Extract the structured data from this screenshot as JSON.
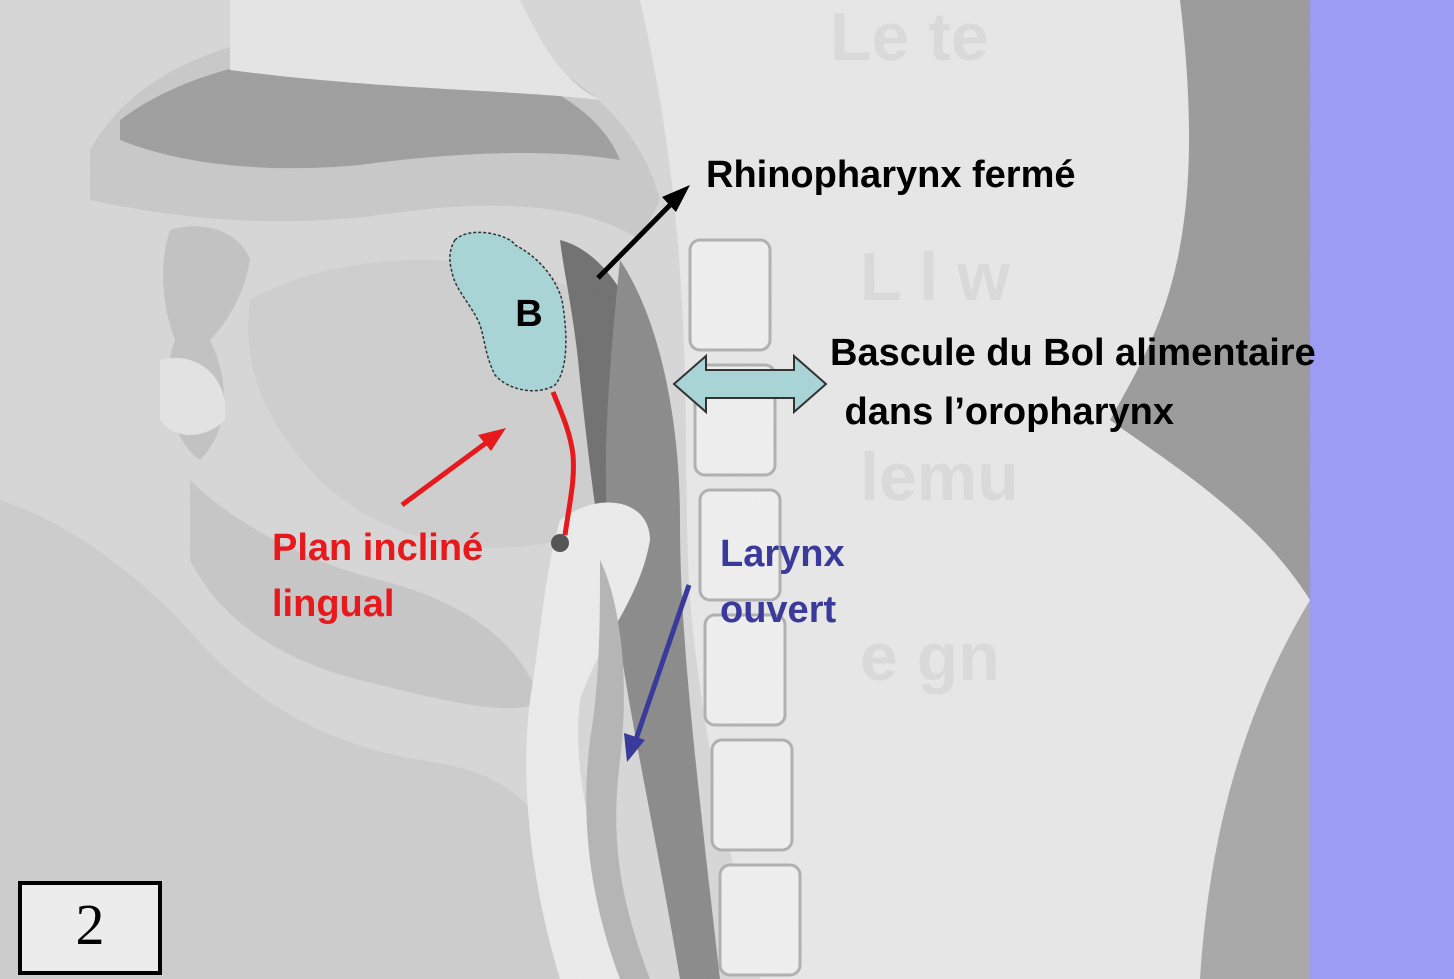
{
  "figure": {
    "number": "2",
    "bolus_letter": "B"
  },
  "labels": {
    "rhinopharynx": "Rhinopharynx fermé",
    "bascule_line1": "Bascule du Bol alimentaire",
    "bascule_line2": " dans l’oropharynx",
    "plan_line1": "Plan incliné",
    "plan_line2": "lingual",
    "larynx_line1": "Larynx",
    "larynx_line2": "ouvert"
  },
  "colors": {
    "background": "#9c9cf5",
    "bolus": "#a9d4d6",
    "plan_red": "#e8191d",
    "larynx_blue": "#3a3a9a",
    "arrow_black": "#000000"
  }
}
